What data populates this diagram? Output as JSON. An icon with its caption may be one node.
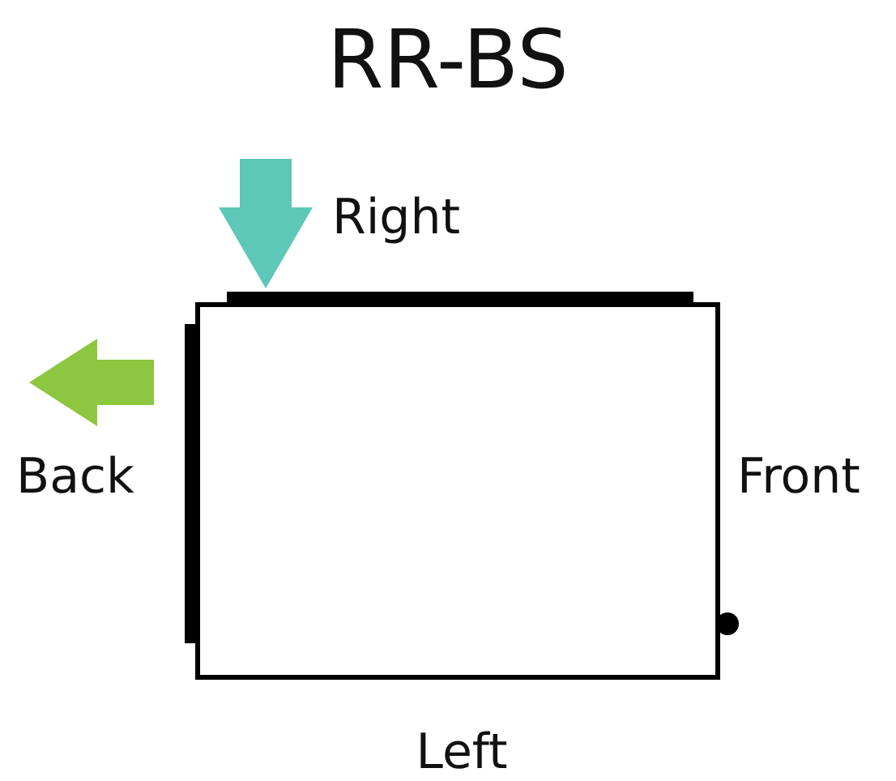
{
  "diagram": {
    "title": "RR-BS",
    "nodes": [
      {
        "text": [],
        "shape": "box"
      }
    ],
    "labels": [
      "Right",
      "Back",
      "Front",
      "Left"
    ]
  }
}
